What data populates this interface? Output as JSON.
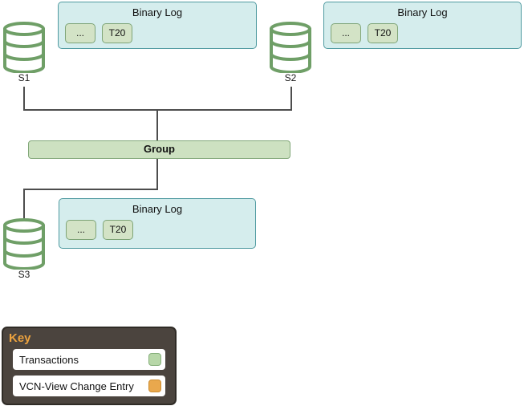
{
  "diagram": {
    "servers": [
      {
        "id": "S1"
      },
      {
        "id": "S2"
      },
      {
        "id": "S3"
      }
    ],
    "binlogs": [
      {
        "title": "Binary Log",
        "entries": {
          "0": "...",
          "1": "T20"
        }
      },
      {
        "title": "Binary Log",
        "entries": {
          "0": "...",
          "1": "T20"
        }
      },
      {
        "title": "Binary Log",
        "entries": {
          "0": "...",
          "1": "T20"
        }
      }
    ],
    "group_label": "Group"
  },
  "key": {
    "title": "Key",
    "entries": [
      {
        "label": "Transactions",
        "swatch_fill": "#b7d7a8",
        "swatch_border": "#87b07c"
      },
      {
        "label": "VCN-View Change Entry",
        "swatch_fill": "#e9a84d",
        "swatch_border": "#cc8c30"
      }
    ]
  },
  "colors": {
    "binlog_fill": "#d5eded",
    "binlog_border": "#4f9aa0",
    "transaction_fill": "#d3e3c6",
    "transaction_border": "#7ea477",
    "group_fill": "#cde1c1",
    "group_border": "#83a87a",
    "cylinder_stroke": "#6f9f67",
    "connector_line": "#4d4d4d",
    "key_background": "#4b443e",
    "key_title": "#eda33e"
  }
}
